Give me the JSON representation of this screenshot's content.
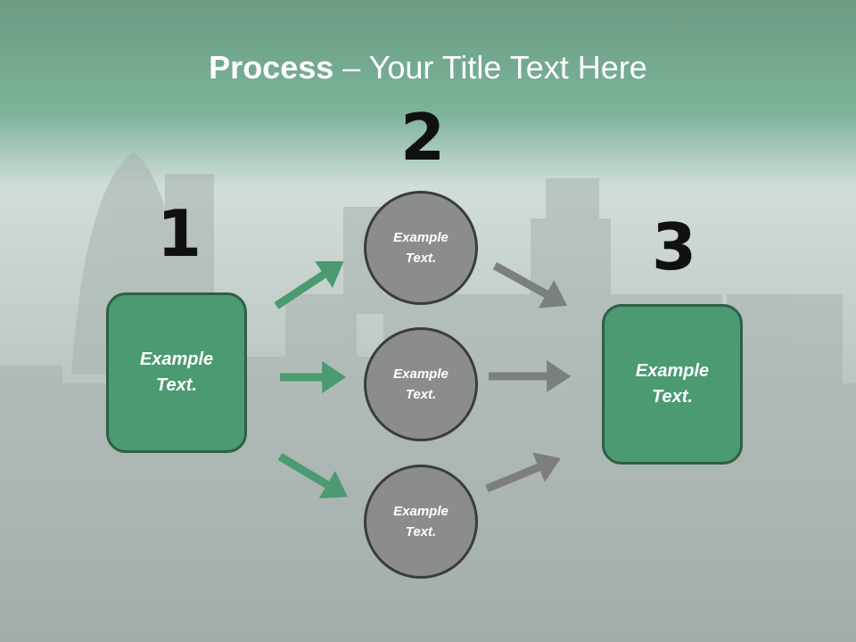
{
  "title": {
    "bold": "Process",
    "rest": " – Your Title Text Here"
  },
  "steps": [
    {
      "number": "1",
      "label": "Example\nText."
    },
    {
      "number": "2"
    },
    {
      "number": "3",
      "label": "Example\nText."
    }
  ],
  "circles": [
    {
      "label": "Example\nText."
    },
    {
      "label": "Example\nText."
    },
    {
      "label": "Example\nText."
    }
  ],
  "colors": {
    "box_fill": "#4b9a71",
    "box_border": "#2f5f47",
    "circle_fill": "#8b8d8c",
    "circle_border": "#3a3c3b",
    "arrow_green": "#4b9a71",
    "arrow_gray": "#7c7f7e",
    "header": "#4f9c78"
  }
}
